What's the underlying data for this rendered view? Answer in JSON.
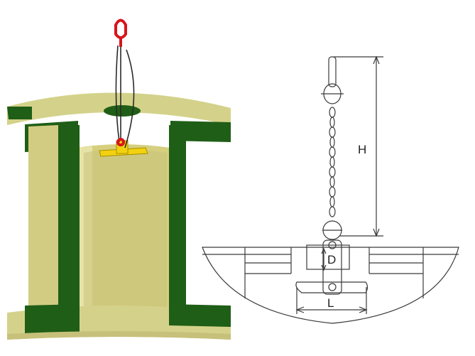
{
  "left_illustration": {
    "spool_face_color": "#d4d28a",
    "spool_dark_color": "#d6cf7e",
    "spool_edge_color": "#1b5a14",
    "hook_color": "#d8141c",
    "chain_color": "#2a2a2a",
    "clamp_color": "#f2d20f"
  },
  "right_diagram": {
    "line_color": "#3a3a3a",
    "labels": {
      "height": "H",
      "diameter": "D",
      "length": "L"
    }
  }
}
